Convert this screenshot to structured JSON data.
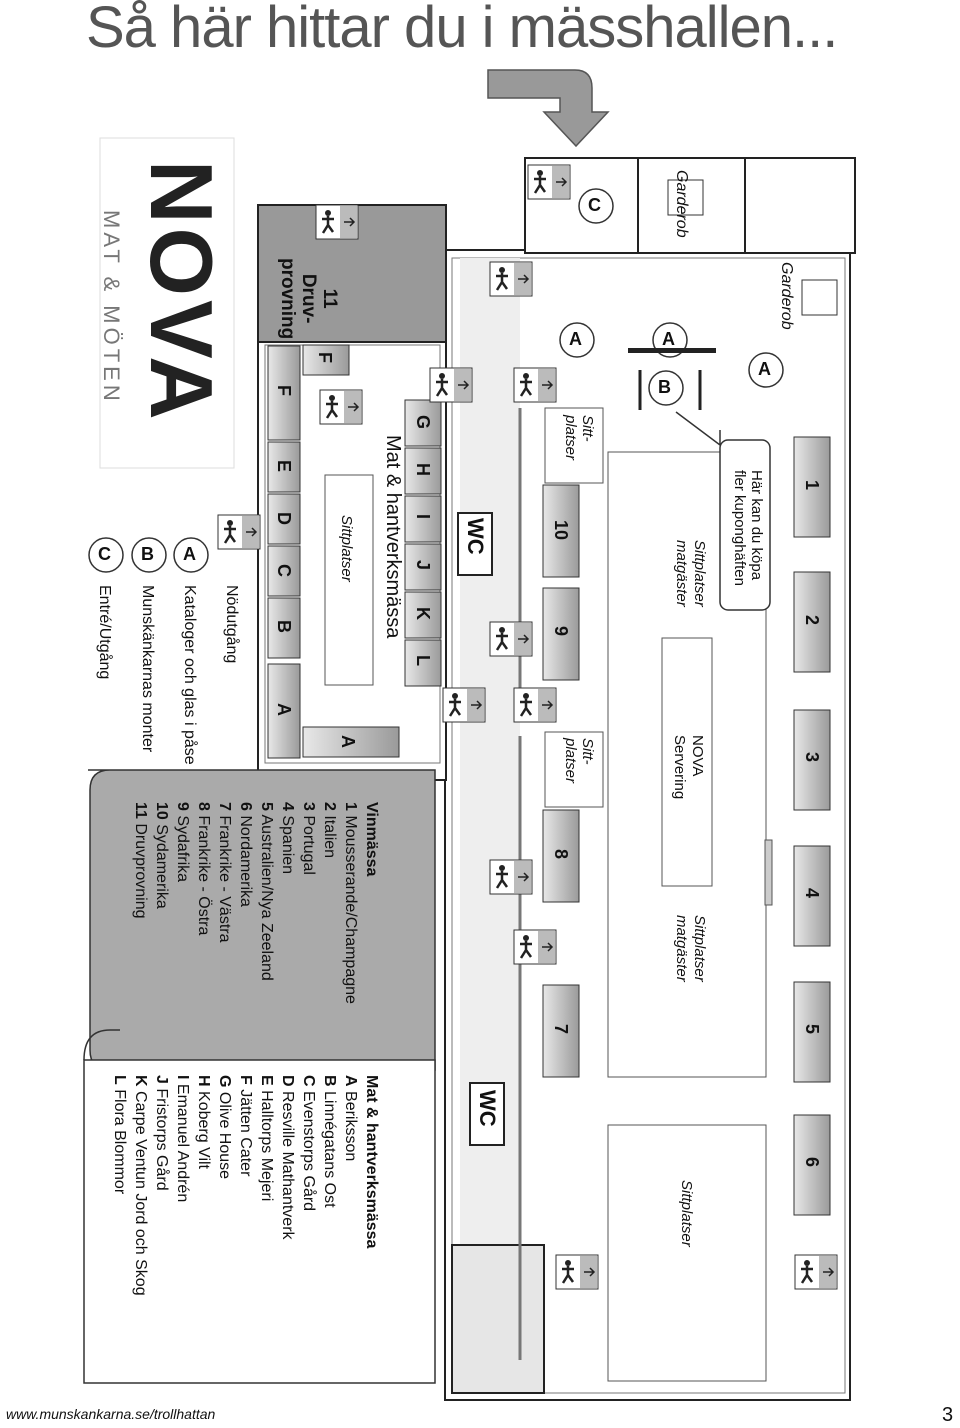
{
  "page": {
    "title": "Så här hittar du i mässhallen...",
    "footer_url": "www.munskankarna.se/trollhattan",
    "page_number": "3"
  },
  "logo": {
    "word": "NOVA",
    "tagline": "MAT & MÖTEN"
  },
  "map": {
    "garderob_1": "Garderob",
    "garderob_2": "Garderob",
    "kupong_note_1": "Här kan du köpa",
    "kupong_note_2": "fler kuponghäften",
    "sittplatser_matgaster": "Sittplatser",
    "matgaster": "matgäster",
    "nova_1": "NOVA",
    "nova_2": "Servering",
    "sittplatser": "Sittplatser",
    "sitt": "Sitt-",
    "platser": "platser",
    "wc": "WC",
    "druv_11": "11",
    "druv_a": "Druv-",
    "druv_b": "provning",
    "hall_title": "Mat & hantverksmässa",
    "booths_right": [
      "1",
      "2",
      "3",
      "4",
      "5",
      "6"
    ],
    "booths_mid": [
      "10",
      "9",
      "8",
      "7"
    ],
    "booths_craft": [
      "G",
      "H",
      "I",
      "J",
      "K",
      "L"
    ],
    "booths_left": [
      "F",
      "E",
      "D",
      "C",
      "B",
      "A"
    ],
    "booth_f_top": "F",
    "booth_a_bottom": "A",
    "marker_a": "A",
    "marker_b": "B",
    "marker_c": "C"
  },
  "legend": {
    "nodutgang": "Nödutgång",
    "items": [
      {
        "key": "A",
        "text": "Kataloger och glas i påse"
      },
      {
        "key": "B",
        "text": "Munskänkarnas monter"
      },
      {
        "key": "C",
        "text": "Entré/Utgång"
      }
    ]
  },
  "vinmassa": {
    "heading": "Vinmässa",
    "items": [
      {
        "key": "1",
        "text": "Mousserande/Champagne"
      },
      {
        "key": "2",
        "text": "Italien"
      },
      {
        "key": "3",
        "text": "Portugal"
      },
      {
        "key": "4",
        "text": "Spanien"
      },
      {
        "key": "5",
        "text": "Australien/Nya Zeeland"
      },
      {
        "key": "6",
        "text": "Nordamerika"
      },
      {
        "key": "7",
        "text": "Frankrike - Västra"
      },
      {
        "key": "8",
        "text": "Frankrike - Östra"
      },
      {
        "key": "9",
        "text": "Sydafrika"
      },
      {
        "key": "10",
        "text": "Sydamerika"
      },
      {
        "key": "11",
        "text": "Druvprovning"
      }
    ]
  },
  "mathantverk": {
    "heading": "Mat & hantverksmässa",
    "items": [
      {
        "key": "A",
        "text": "Beriksson"
      },
      {
        "key": "B",
        "text": "Linnégatans Ost"
      },
      {
        "key": "C",
        "text": "Evenstorps Gård"
      },
      {
        "key": "D",
        "text": "Resville Mathantverk"
      },
      {
        "key": "E",
        "text": "Halltorps Mejeri"
      },
      {
        "key": "F",
        "text": "Jätten Cater"
      },
      {
        "key": "G",
        "text": "Olive House"
      },
      {
        "key": "H",
        "text": "Koberg Vilt"
      },
      {
        "key": "I",
        "text": "Emanuel Andrén"
      },
      {
        "key": "J",
        "text": "Fristorps Gård"
      },
      {
        "key": "K",
        "text": "Carpe Ventun Jord och Skog"
      },
      {
        "key": "L",
        "text": "Flora Blommor"
      }
    ]
  }
}
